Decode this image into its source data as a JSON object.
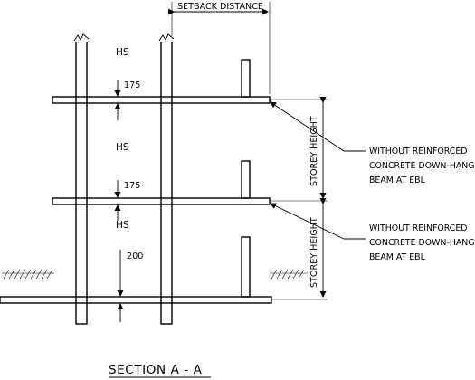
{
  "title": "SECTION A - A",
  "labels": {
    "setback_distance": "SETBACK DISTANCE",
    "storey_height_upper": "STOREY HEIGHT",
    "storey_height_lower": "STOREY HEIGHT"
  },
  "rooms": [
    {
      "label": "HS"
    },
    {
      "label": "HS"
    },
    {
      "label": "HS"
    }
  ],
  "thickness_dims": [
    {
      "value": "175"
    },
    {
      "value": "175"
    },
    {
      "value": "200"
    }
  ],
  "callouts": [
    {
      "lines": [
        "WITHOUT REINFORCED",
        "CONCRETE DOWN-HANG",
        "BEAM AT EBL"
      ]
    },
    {
      "lines": [
        "WITHOUT REINFORCED",
        "CONCRETE DOWN-HANG",
        "BEAM AT EBL"
      ]
    }
  ]
}
